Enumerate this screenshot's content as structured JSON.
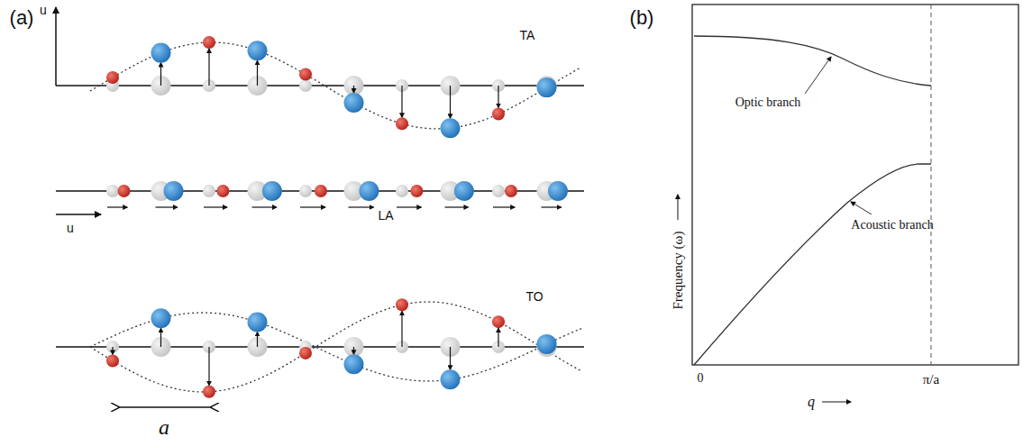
{
  "diagram": {
    "labels": [
      "(a)",
      "u",
      "TA",
      "u",
      "LA",
      "TO",
      "a",
      "(b)",
      "Optic branch",
      "Acoustic branch",
      "Frequency (ω)",
      "0",
      "π/a",
      "q"
    ]
  }
}
